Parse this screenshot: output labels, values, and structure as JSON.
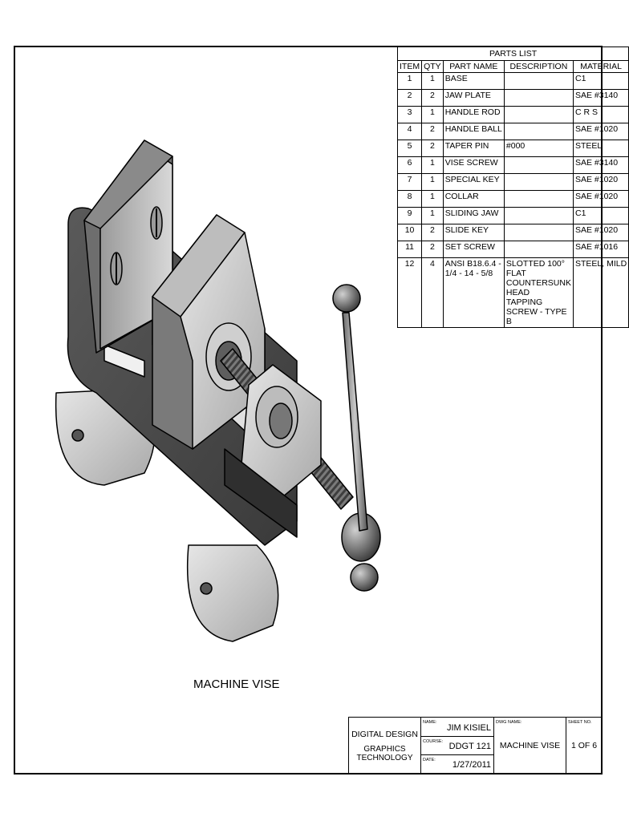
{
  "parts_list": {
    "title": "PARTS LIST",
    "headers": {
      "item": "ITEM",
      "qty": "QTY",
      "part_name": "PART NAME",
      "description": "DESCRIPTION",
      "material": "MATERIAL"
    },
    "rows": [
      {
        "item": "1",
        "qty": "1",
        "part_name": "BASE",
        "description": "",
        "material": "C1"
      },
      {
        "item": "2",
        "qty": "2",
        "part_name": "JAW PLATE",
        "description": "",
        "material": "SAE #3140"
      },
      {
        "item": "3",
        "qty": "1",
        "part_name": "HANDLE ROD",
        "description": "",
        "material": "C R S"
      },
      {
        "item": "4",
        "qty": "2",
        "part_name": "HANDLE BALL",
        "description": "",
        "material": "SAE #1020"
      },
      {
        "item": "5",
        "qty": "2",
        "part_name": "TAPER PIN",
        "description": "#000",
        "material": "STEEL"
      },
      {
        "item": "6",
        "qty": "1",
        "part_name": "VISE SCREW",
        "description": "",
        "material": "SAE #3140"
      },
      {
        "item": "7",
        "qty": "1",
        "part_name": "SPECIAL KEY",
        "description": "",
        "material": "SAE #1020"
      },
      {
        "item": "8",
        "qty": "1",
        "part_name": "COLLAR",
        "description": "",
        "material": "SAE #1020"
      },
      {
        "item": "9",
        "qty": "1",
        "part_name": "SLIDING JAW",
        "description": "",
        "material": "C1"
      },
      {
        "item": "10",
        "qty": "2",
        "part_name": "SLIDE KEY",
        "description": "",
        "material": "SAE #1020"
      },
      {
        "item": "11",
        "qty": "2",
        "part_name": "SET SCREW",
        "description": "",
        "material": "SAE #1016"
      }
    ],
    "last_row": {
      "item": "12",
      "qty": "4",
      "part_name_lines": [
        "ANSI B18.6.4 -",
        "1/4 - 14 - 5/8"
      ],
      "description_lines": [
        "SLOTTED 100° FLAT",
        "COUNTERSUNK HEAD",
        "TAPPING SCREW - TYPE B"
      ],
      "material": "STEEL, MILD"
    }
  },
  "caption": "MACHINE VISE",
  "title_block": {
    "org_line1": "DIGITAL DESIGN",
    "org_line2": "GRAPHICS TECHNOLOGY",
    "name_label": "NAME:",
    "name_value": "JIM KISIEL",
    "course_label": "COURSE:",
    "course_value": "DDGT 121",
    "date_label": "DATE:",
    "date_value": "1/27/2011",
    "dwg_label": "DWG NAME:",
    "dwg_value": "MACHINE VISE",
    "sheet_label": "SHEET NO.",
    "sheet_value": "1 OF 6"
  }
}
